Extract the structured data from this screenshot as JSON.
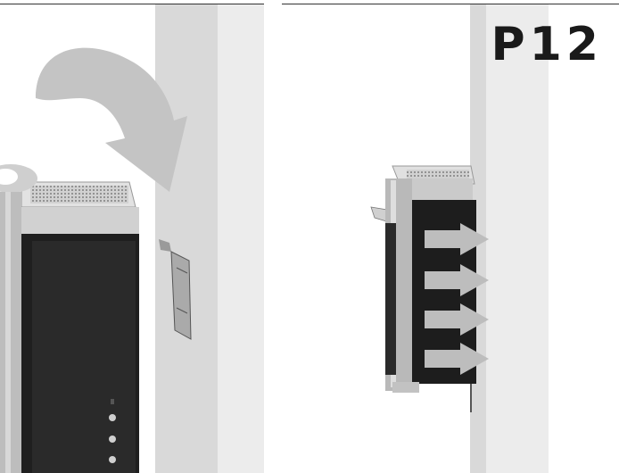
{
  "page_label": "P12",
  "figures": {
    "left": {
      "icon": "curved-arrow-icon",
      "content": "heater-unit-with-wall-bracket"
    },
    "right": {
      "icon": "airflow-arrows-icon",
      "content": "heater-unit-mounted-on-wall"
    }
  },
  "colors": {
    "wall": "#d9d9d9",
    "wall_light": "#ececec",
    "device_body": "#1f1f1f",
    "device_frame": "#b9b9b9",
    "arrow": "#bdbdbd",
    "text": "#1a1a1a"
  }
}
